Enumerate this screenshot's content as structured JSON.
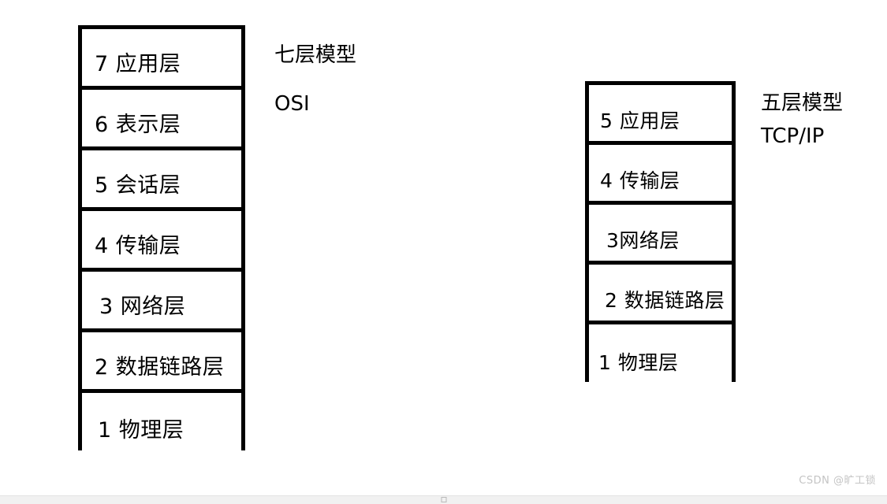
{
  "osi": {
    "caption_title": "七层模型",
    "caption_subtitle": "OSI",
    "layers": [
      {
        "text": "7  应用层"
      },
      {
        "text": "6  表示层"
      },
      {
        "text": "5 会话层"
      },
      {
        "text": "4 传输层"
      },
      {
        "text": "3 网络层"
      },
      {
        "text": "2 数据链路层"
      },
      {
        "text": "1 物理层"
      }
    ]
  },
  "tcpip": {
    "caption_title": "五层模型",
    "caption_subtitle": "TCP/IP",
    "layers": [
      {
        "text": "5 应用层"
      },
      {
        "text": "4 传输层"
      },
      {
        "text": "3网络层"
      },
      {
        "text": "2 数据链路层"
      },
      {
        "text": "1 物理层"
      }
    ]
  },
  "watermark": {
    "text": "CSDN @旷工锁"
  },
  "colors": {
    "stroke": "#000000",
    "background": "#ffffff",
    "watermark": "#c4c4c4"
  }
}
